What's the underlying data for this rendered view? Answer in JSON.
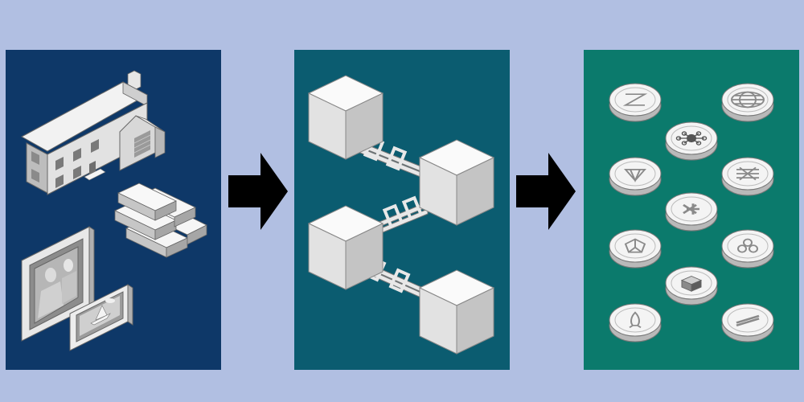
{
  "colors": {
    "background": "#b1bfe2",
    "panel_assets": "#0e3868",
    "panel_blockchain": "#0b5c70",
    "panel_tokens": "#0b7a6c",
    "arrow": "#000000",
    "illustration_light": "#f4f4f4",
    "illustration_mid": "#d6d6d6",
    "illustration_dark": "#a9a9a9",
    "outline": "#555555"
  },
  "panels": [
    {
      "id": "real-world-assets",
      "items": [
        "house-icon",
        "gold-bars-icon",
        "framed-paintings-icon"
      ]
    },
    {
      "id": "blockchain",
      "items": [
        "cube-block-icon",
        "cube-block-icon",
        "cube-block-icon",
        "cube-block-icon",
        "chain-link-icon"
      ]
    },
    {
      "id": "crypto-tokens",
      "items": [
        "coin-hourglass-icon",
        "coin-globe-icon",
        "coin-network-icon",
        "coin-diamond-icon",
        "coin-lattice-icon",
        "coin-runner-icon",
        "coin-pentagon-icon",
        "coin-trefoil-icon",
        "coin-cube-icon",
        "coin-rocket-icon",
        "coin-lightning-icon"
      ]
    }
  ],
  "flow": [
    "arrow-right-icon",
    "arrow-right-icon"
  ]
}
